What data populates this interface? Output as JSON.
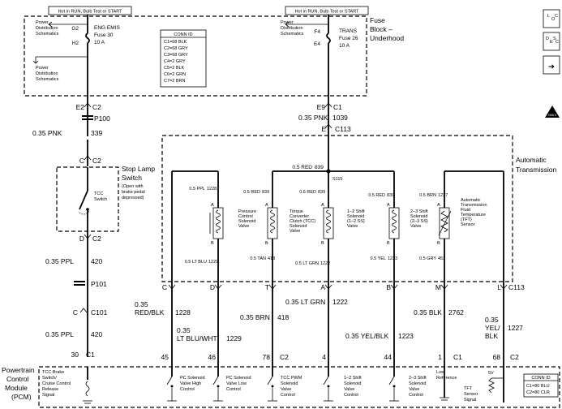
{
  "fuse_left": {
    "header": "Hot in RUN, Bulb Test or START",
    "pdist_top": [
      "Power",
      "Distribution",
      "Schematics"
    ],
    "pdist_bottom": [
      "Power",
      "Distribution",
      "Schematics"
    ],
    "pin_top": "G2",
    "pin_bottom": "H2",
    "name": "ENG EMIS",
    "fuse": "Fuse 30",
    "amp": "10 A"
  },
  "conn_id_top": {
    "title": "CONN ID",
    "rows": [
      "C1=68 BLK",
      "C2=68 GRY",
      "C3=68 GRY",
      "C4=2 GRY",
      "C5=2 BLK",
      "C6=2 GRN",
      "C7=2 BRN"
    ]
  },
  "fuse_right": {
    "header": "Hot in RUN, Bulb Test or START",
    "pdist": [
      "Power",
      "Distribution",
      "Schematics"
    ],
    "pin_top": "F4",
    "pin_bottom": "E4",
    "name": "TRANS",
    "fuse": "Fuse 26",
    "amp": "10 A"
  },
  "fuse_block_label": [
    "Fuse",
    "Block –",
    "Underhood"
  ],
  "side_icons": {
    "loc": [
      "L",
      "O",
      "C"
    ],
    "desc": [
      "D",
      "E",
      "S",
      "C"
    ],
    "arrow": "➔",
    "obd": "OBD II"
  },
  "left_circuit": {
    "e2": "E2",
    "c2": "C2",
    "p100": "P100",
    "wire1": "0.35 PNK",
    "wire1_num": "339",
    "c_pin": "C",
    "c2_b": "C2",
    "d_pin": "D",
    "c2_c": "C2",
    "wire2": "0.35 PPL",
    "wire2_num": "420",
    "p101": "P101",
    "c_pin2": "C",
    "c101": "C101",
    "wire3": "0.35 PPL",
    "wire3_num": "420",
    "pin30": "30",
    "c1": "C1"
  },
  "stop_lamp": {
    "title": [
      "Stop Lamp",
      "Switch"
    ],
    "note": [
      "(Open with",
      "brake pedal",
      "depressed)"
    ],
    "tcc": [
      "TCC",
      "Switch"
    ]
  },
  "right_circuit": {
    "e9": "E9",
    "c1": "C1",
    "wire": "0.35 PNK",
    "wire_num": "1039",
    "e_pin": "E",
    "c113": "C113"
  },
  "auto_trans_label": [
    "Automatic",
    "Transmission"
  ],
  "internal": {
    "bus_red": "0.5 RED",
    "bus_red_num": "839",
    "s115": "S115",
    "top_wires": [
      {
        "color": "0.5 PPL",
        "num": "1228"
      },
      {
        "color": "0.5 RED",
        "num": "839"
      },
      {
        "color": "0.5 RED",
        "num": "839"
      },
      {
        "color": "0.5 RED",
        "num": "839"
      },
      {
        "color": "0.5 BRN",
        "num": "1227"
      }
    ],
    "bottom_wires": [
      {
        "color": "0.5 LT BLU",
        "num": "1229"
      },
      {
        "color": "0.5 TAN",
        "num": "418"
      },
      {
        "color": "0.5 LT GRN",
        "num": "1222"
      },
      {
        "color": "0.5 YEL",
        "num": "1223"
      },
      {
        "color": "0.5 GRY",
        "num": "452"
      }
    ],
    "devices": [
      {
        "name": [
          "Pressure",
          "Control",
          "Solenoid",
          "Valve"
        ]
      },
      {
        "name": [
          "Torque",
          "Converter",
          "Clutch (TCC)",
          "Solenoid",
          "Valve"
        ]
      },
      {
        "name": [
          "1–2 Shift",
          "Solenoid",
          "(1–2 SS)",
          "Valve"
        ]
      },
      {
        "name": [
          "2–3 Shift",
          "Solenoid",
          "(2–3 SS)",
          "Valve"
        ]
      },
      {
        "name": [
          "Automatic",
          "Transmission",
          "Fluid",
          "Temperature",
          "(TFT)",
          "Sensor"
        ]
      }
    ],
    "pin_a": "A",
    "pin_b": "B"
  },
  "c113_row": {
    "pins": [
      "C",
      "D",
      "T",
      "A",
      "B",
      "M",
      "L"
    ],
    "conn": "C113"
  },
  "harness_wires": [
    {
      "lines": [
        "0.35",
        "RED/BLK"
      ],
      "num": "1228"
    },
    {
      "lines": [
        "0.35",
        "LT BLU/WHT"
      ],
      "num": "1229"
    },
    {
      "lines": [
        "0.35 BRN"
      ],
      "num": "418"
    },
    {
      "lines": [
        "0.35 LT GRN"
      ],
      "num": "1222"
    },
    {
      "lines": [
        "0.35 YEL/BLK"
      ],
      "num": "1223"
    },
    {
      "lines": [
        "0.35 BLK"
      ],
      "num": "2762"
    },
    {
      "lines": [
        "0.35",
        "YEL/",
        "BLK"
      ],
      "num": "1227"
    }
  ],
  "pcm_pins": [
    {
      "pin": "45",
      "conn": ""
    },
    {
      "pin": "46",
      "conn": ""
    },
    {
      "pin": "78",
      "conn": "C2"
    },
    {
      "pin": "4",
      "conn": ""
    },
    {
      "pin": "44",
      "conn": ""
    },
    {
      "pin": "1",
      "conn": "C1"
    },
    {
      "pin": "68",
      "conn": "C2"
    }
  ],
  "pcm": {
    "title": [
      "Powertrain",
      "Control",
      "Module",
      "(PCM)"
    ],
    "tcc_brake": [
      "TCC Brake",
      "Switch/",
      "Cruise Control",
      "Release",
      "Signal"
    ],
    "pc_high": [
      "PC Solenoid",
      "Valve High",
      "Control"
    ],
    "pc_low": [
      "PC Solenoid",
      "Valve Low",
      "Control"
    ],
    "tcc_pwm": [
      "TCC PWM",
      "Solenoid",
      "Valve",
      "Control"
    ],
    "ss12": [
      "1–2 Shift",
      "Solenoid",
      "Valve",
      "Control"
    ],
    "ss23": [
      "2–3 Shift",
      "Solenoid",
      "Valve",
      "Control"
    ],
    "low_ref": [
      "Low",
      "Reference"
    ],
    "tft": [
      "TFT",
      "Sensor",
      "Signal"
    ],
    "five_v": "5V"
  },
  "conn_id_bottom": {
    "title": "CONN ID",
    "rows": [
      "C1=80 BLU",
      "C2=80 CLR"
    ]
  }
}
